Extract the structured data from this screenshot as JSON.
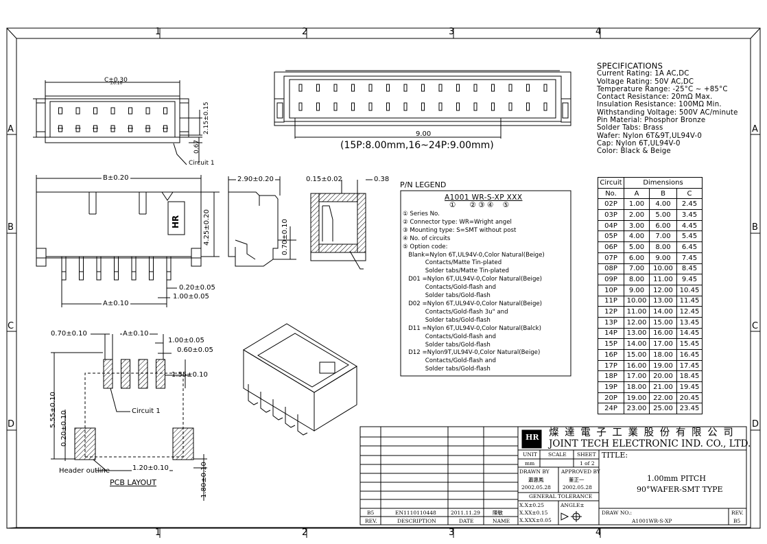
{
  "zones": {
    "cols": [
      "1",
      "2",
      "3",
      "4"
    ],
    "rows": [
      "A",
      "B",
      "C",
      "D"
    ]
  },
  "specs": {
    "title": "SPECIFICATIONS",
    "lines": [
      "Current Rating: 1A AC,DC",
      "Voltage Rating: 50V AC,DC",
      "Temperature Range: -25°C ~ +85°C",
      "Contact Resistance: 20mΩ Max.",
      "Insulation Resistance: 100MΩ Min.",
      "Withstanding Voltage: 500V AC/minute",
      "Pin Material: Phosphor Bronze",
      "Solder Tabs: Brass",
      "Wafer: Nylon 6T&9T,UL94V-0",
      "Cap: Nylon 6T,UL94V-0",
      "Color: Black & Beige"
    ]
  },
  "top_view": {
    "dim_c": "C±0.30",
    "dim_c_b": "±0.10",
    "dim_215": "2.15±0.15",
    "dim_067": "0.67",
    "circuit1": "Circuit 1"
  },
  "front_view": {
    "dim_900": "9.00",
    "note": "(15P:8.00mm,16~24P:9.00mm)"
  },
  "side_view": {
    "dim_b": "B±0.20",
    "dim_425": "4.25±0.20",
    "dim_020": "0.20±0.05",
    "dim_100": "1.00±0.05",
    "dim_a": "A±0.10",
    "logo": "HR"
  },
  "profile_view": {
    "dim_290": "2.90±0.20",
    "dim_070": "0.70±0.10"
  },
  "section_view": {
    "dim_015": "0.15±0.02",
    "dim_038": "0.38"
  },
  "pcb_layout": {
    "dim_070": "0.70±0.10",
    "dim_a": "A±0.10",
    "dim_100": "1.00±0.05",
    "dim_060": "0.60±0.05",
    "dim_155": "1.55±0.10",
    "dim_555": "5.55±0.10",
    "dim_020": "0.20±0.10",
    "circuit1": "Circuit 1",
    "header": "Header outline",
    "dim_120": "1.20±0.10",
    "dim_180": "1.80±0.10",
    "caption": "PCB LAYOUT"
  },
  "pn_legend": {
    "title": "P/N LEGEND",
    "pn": "A1001 WR-S-XP XXX",
    "pn_nums": "①      ② ③ ④    ⑤",
    "lines": [
      "① Series No.",
      "② Connector type: WR=Wright angel",
      "③ Mounting type: S=SMT without post",
      "④ No. of circuits",
      "⑤ Option code:",
      "   Blank=Nylon 6T,UL94V-0,Color Natural(Beige)",
      "            Contacts/Matte Tin-plated",
      "            Solder tabs/Matte Tin-plated",
      "   D01 =Nylon 6T,UL94V-0,Color Natural(Beige)",
      "            Contacts/Gold-flash and",
      "            Solder tabs/Gold-flash",
      "   D02 =Nylon 6T,UL94V-0,Color Natural(Beige)",
      "            Contacts/Gold-flash 3u\" and",
      "            Solder tabs/Gold-flash",
      "   D11 =Nylon 6T,UL94V-0,Color Natural(Balck)",
      "            Contacts/Gold-flash and",
      "            Solder tabs/Gold-flash",
      "   D12 =Nylon9T,UL94V-0,Color Natural(Beige)",
      "            Contacts/Gold-flash and",
      "            Solder tabs/Gold-flash"
    ]
  },
  "dimensions_table": {
    "col_circuit": "Circuit",
    "col_dims": "Dimensions",
    "col_no": "No.",
    "col_a": "A",
    "col_b": "B",
    "col_c": "C",
    "rows": [
      [
        "02P",
        "1.00",
        "4.00",
        "2.45"
      ],
      [
        "03P",
        "2.00",
        "5.00",
        "3.45"
      ],
      [
        "04P",
        "3.00",
        "6.00",
        "4.45"
      ],
      [
        "05P",
        "4.00",
        "7.00",
        "5.45"
      ],
      [
        "06P",
        "5.00",
        "8.00",
        "6.45"
      ],
      [
        "07P",
        "6.00",
        "9.00",
        "7.45"
      ],
      [
        "08P",
        "7.00",
        "10.00",
        "8.45"
      ],
      [
        "09P",
        "8.00",
        "11.00",
        "9.45"
      ],
      [
        "10P",
        "9.00",
        "12.00",
        "10.45"
      ],
      [
        "11P",
        "10.00",
        "13.00",
        "11.45"
      ],
      [
        "12P",
        "11.00",
        "14.00",
        "12.45"
      ],
      [
        "13P",
        "12.00",
        "15.00",
        "13.45"
      ],
      [
        "14P",
        "13.00",
        "16.00",
        "14.45"
      ],
      [
        "15P",
        "14.00",
        "17.00",
        "15.45"
      ],
      [
        "16P",
        "15.00",
        "18.00",
        "16.45"
      ],
      [
        "17P",
        "16.00",
        "19.00",
        "17.45"
      ],
      [
        "18P",
        "17.00",
        "20.00",
        "18.45"
      ],
      [
        "19P",
        "18.00",
        "21.00",
        "19.45"
      ],
      [
        "20P",
        "19.00",
        "22.00",
        "20.45"
      ],
      [
        "24P",
        "23.00",
        "25.00",
        "23.45"
      ]
    ]
  },
  "title_block": {
    "company_cn": "燦 達 電 子 工 業 股 份 有 限 公 司",
    "company_en": "JOINT TECH ELECTRONIC IND. CO., LTD.",
    "logo": "HR",
    "unit_label": "UNIT",
    "unit_value": "mm",
    "scale_label": "SCALE",
    "sheet_label": "SHEET",
    "sheet_value": "1 of 2",
    "title_label": "TITLE:",
    "drawn_by": "DRAWN BY",
    "drawn_name": "蕭惠鳳",
    "drawn_date": "2002.05.28",
    "approved_by": "APPROVED BY",
    "approved_name": "董正一",
    "approved_date": "2002.05.28",
    "tolerance": "GENERAL TOLERANCE",
    "tol_1": "X.X±0.25",
    "tol_2": "X.XX±0.15",
    "tol_3": "X.XXX±0.05",
    "angle": "ANGLE±",
    "title_1": "1.00mm PITCH",
    "title_2": "90°WAFER-SMT TYPE",
    "drawing_no_label": "DRAW NO.:",
    "drawing_no": "A1001WR-S-XP",
    "rev_label": "REV.",
    "rev_value": "B5",
    "rev_row": [
      "B5",
      "EN1110110448",
      "2011.11.29",
      "陳敏"
    ],
    "rev_headers": [
      "REV.",
      "DESCRIPTION",
      "DATE",
      "NAME"
    ]
  }
}
